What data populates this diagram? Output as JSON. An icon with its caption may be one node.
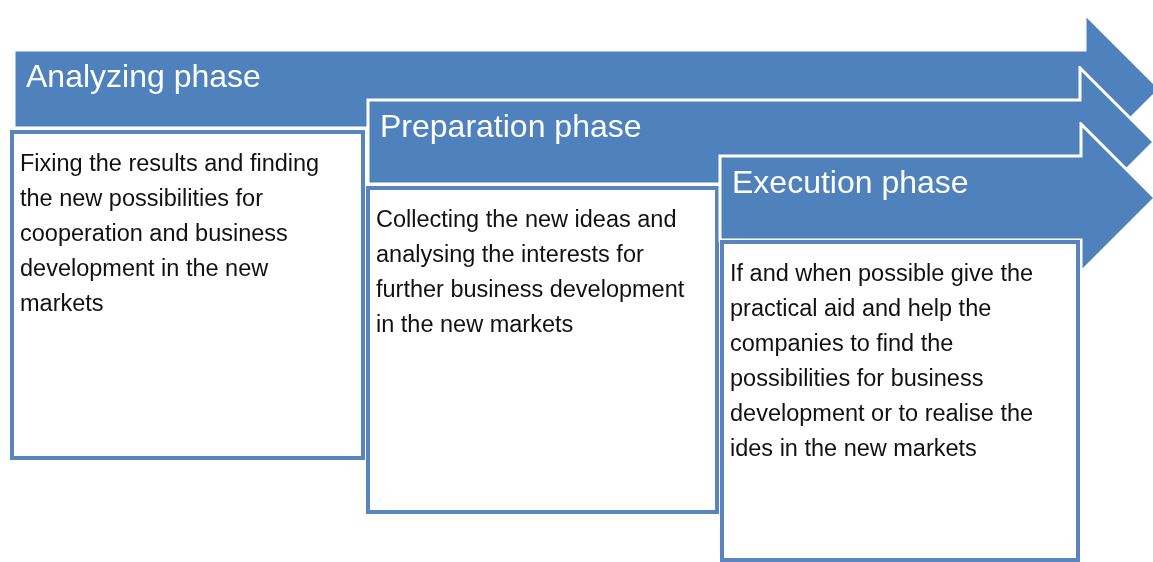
{
  "diagram": {
    "nodes": [
      {
        "text": [
          "Analyzing phase"
        ]
      },
      {
        "text": [
          "Fixing the results and finding the new possibilities for cooperation and business development in the new markets"
        ]
      },
      {
        "text": [
          "Preparation phase"
        ]
      },
      {
        "text": [
          "Collecting the new ideas and analysing the interests for further business development in the new markets"
        ]
      },
      {
        "text": [
          "Execution phase"
        ]
      },
      {
        "text": [
          "If and when possible give the practical aid and help the companies to find the possibilities for business development or to realise the ides in the new markets"
        ]
      }
    ]
  }
}
